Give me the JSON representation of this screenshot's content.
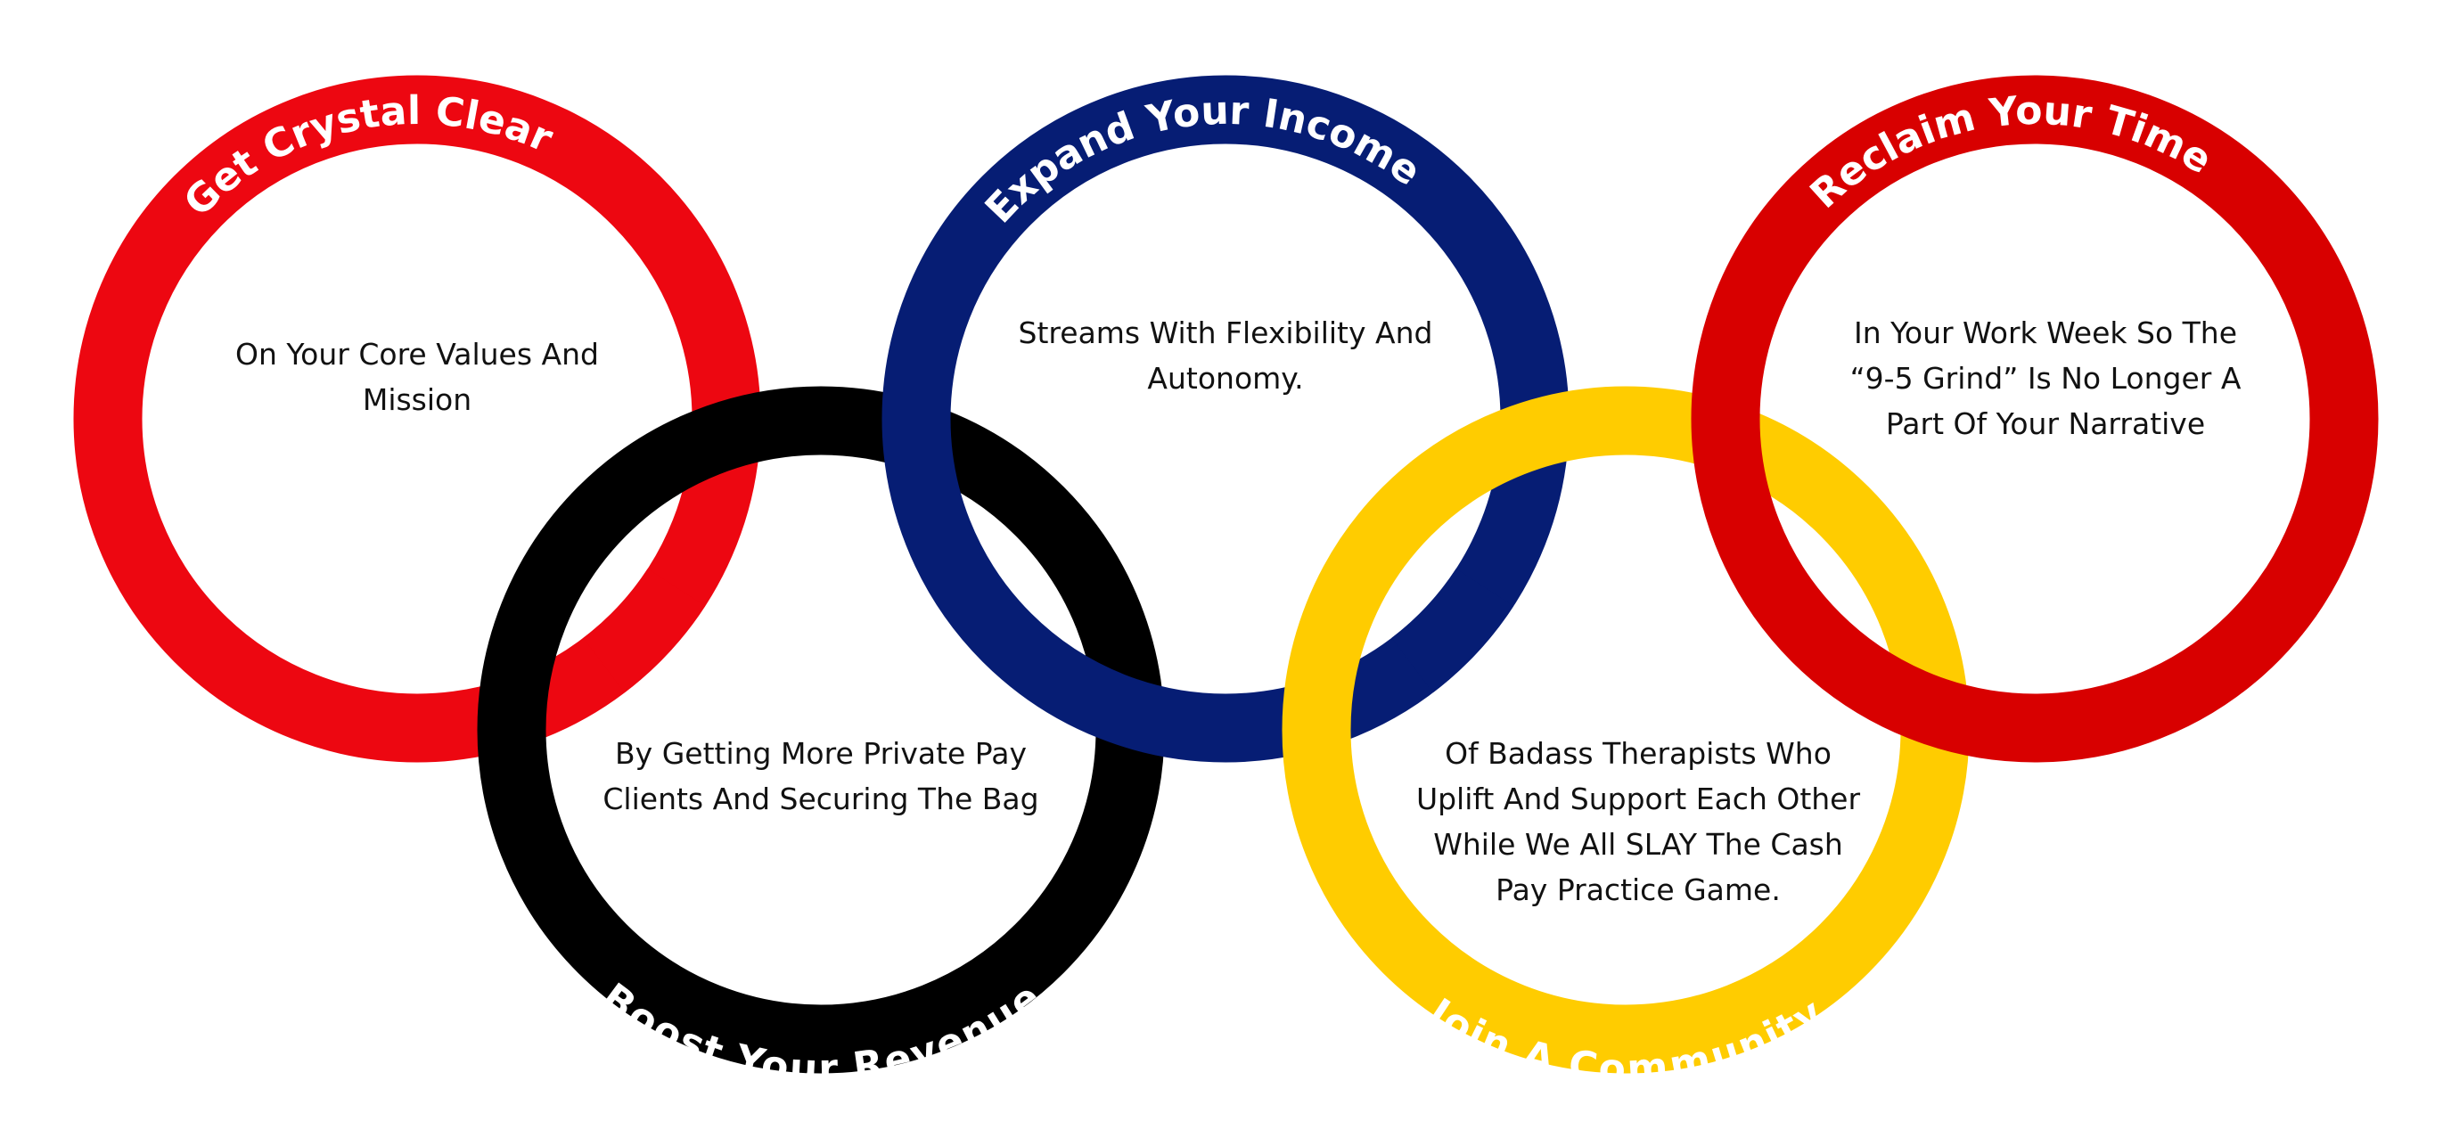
{
  "colors": {
    "red_left": "#ED0711",
    "black": "#000000",
    "blue": "#061D74",
    "yellow": "#FFCC00",
    "red_right": "#D80000",
    "label_text": "#FFFFFF"
  },
  "rings": [
    {
      "id": "red_left",
      "title": "Get Crystal Clear",
      "body": "On Your Core Values And Mission"
    },
    {
      "id": "black",
      "title": "Boost Your Revenue",
      "body": "By Getting More Private Pay Clients And Securing The Bag"
    },
    {
      "id": "blue",
      "title": "Expand Your Income",
      "body": "Streams With Flexibility And Autonomy."
    },
    {
      "id": "yellow",
      "title": "Join A Community",
      "body": "Of Badass Therapists Who Uplift And Support Each Other While We All SLAY The Cash Pay Practice Game."
    },
    {
      "id": "red_right",
      "title": "Reclaim Your Time",
      "body": "In Your Work Week So The “9-5 Grind” Is No Longer A Part Of Your Narrative"
    }
  ]
}
